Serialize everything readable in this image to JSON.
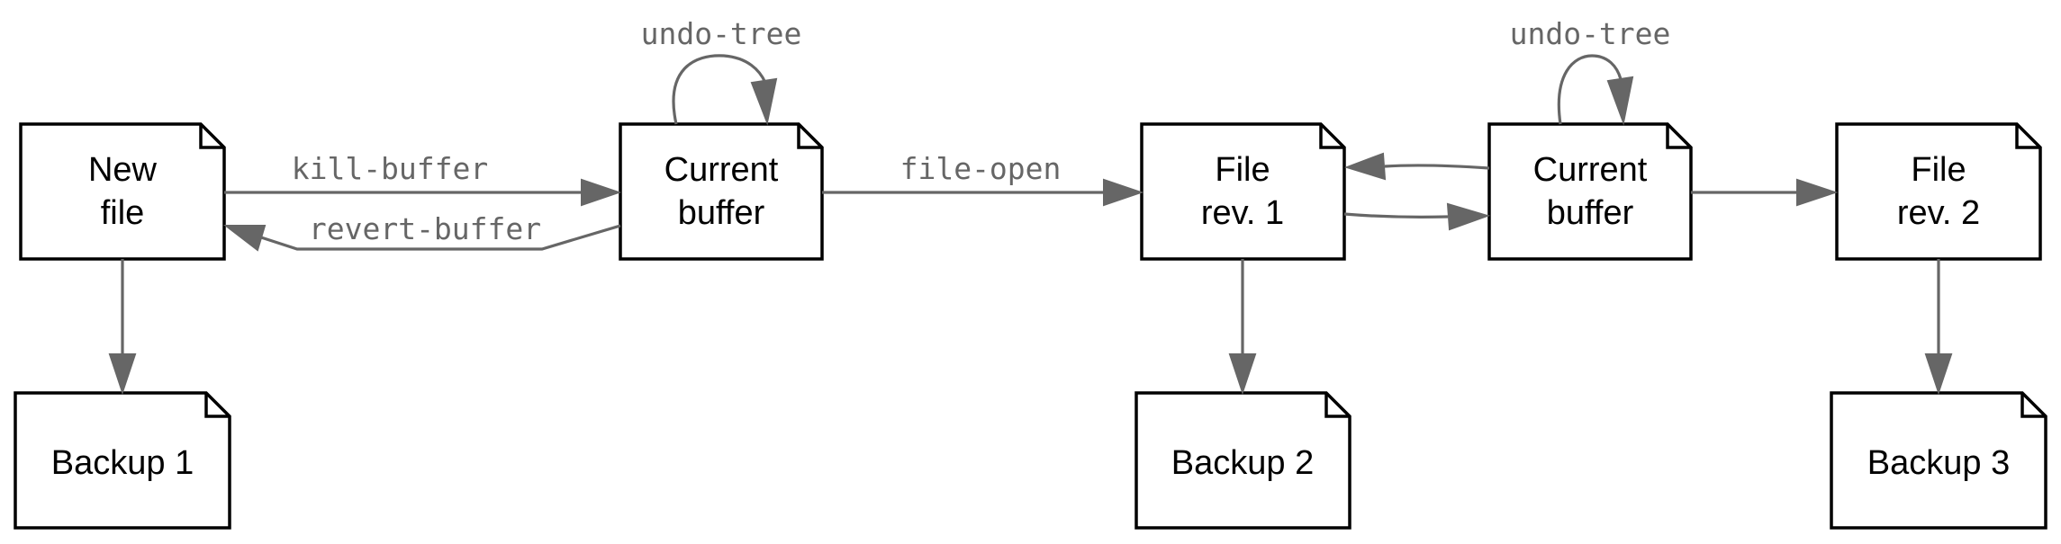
{
  "diagram": {
    "nodes": {
      "new_file": {
        "line1": "New",
        "line2": "file"
      },
      "current_buffer_1": {
        "line1": "Current",
        "line2": "buffer"
      },
      "file_rev_1": {
        "line1": "File",
        "line2": "rev. 1"
      },
      "current_buffer_2": {
        "line1": "Current",
        "line2": "buffer"
      },
      "file_rev_2": {
        "line1": "File",
        "line2": "rev. 2"
      },
      "backup_1": {
        "label": "Backup 1"
      },
      "backup_2": {
        "label": "Backup 2"
      },
      "backup_3": {
        "label": "Backup 3"
      }
    },
    "edges": {
      "kill_buffer": "kill-buffer",
      "revert_buffer": "revert-buffer",
      "file_open": "file-open",
      "undo_tree_1": "undo-tree",
      "undo_tree_2": "undo-tree"
    },
    "colors": {
      "edge": "#666666",
      "node_border": "#000000",
      "node_fill": "#ffffff"
    }
  }
}
